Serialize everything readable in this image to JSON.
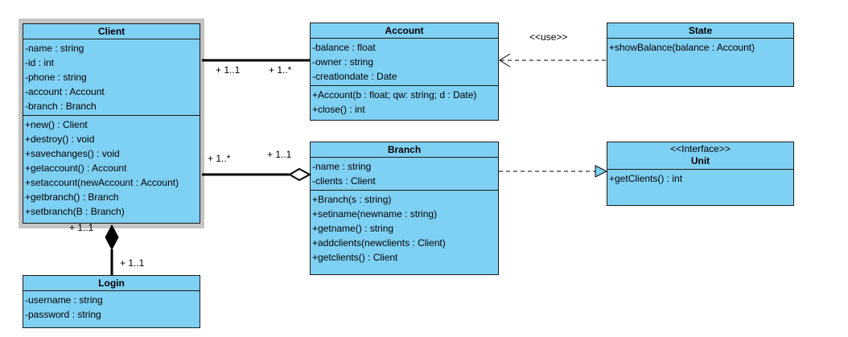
{
  "classes": {
    "client": {
      "name": "Client",
      "attributes": [
        "-name : string",
        "-id : int",
        "-phone : string",
        "-account : Account",
        "-branch : Branch"
      ],
      "operations": [
        "+new() : Client",
        "+destroy() : void",
        "+savechanges() : void",
        "+getaccount() : Account",
        "+setaccount(newAccount : Account)",
        "+getbranch() : Branch",
        "+setbranch(B : Branch)"
      ]
    },
    "account": {
      "name": "Account",
      "attributes": [
        "-balance : float",
        "-owner : string",
        "-creationdate : Date"
      ],
      "operations": [
        "+Account(b : float; qw: string; d : Date)",
        "+close() : int"
      ]
    },
    "state": {
      "name": "State",
      "attributes": [],
      "operations": [
        "+showBalance(balance : Account)"
      ]
    },
    "branch": {
      "name": "Branch",
      "attributes": [
        "-name : string",
        "-clients : Client"
      ],
      "operations": [
        "+Branch(s : string)",
        "+setiname(newname : string)",
        "+getname() : string",
        "+addclients(newclients : Client)",
        "+getclients() : Client"
      ]
    },
    "unit": {
      "stereotype": "<<Interface>>",
      "name": "Unit",
      "attributes": [],
      "operations": [
        "+getClients() : int"
      ]
    },
    "login": {
      "name": "Login",
      "attributes": [
        "-username : string",
        "-password : string"
      ],
      "operations": []
    }
  },
  "relations": {
    "client_account": {
      "source_mult": "+ 1..1",
      "target_mult": "+ 1..*"
    },
    "client_branch": {
      "source_mult": "+ 1..*",
      "target_mult": "+ 1..1"
    },
    "client_login": {
      "source_mult": "+ 1..1",
      "target_mult": "+ 1..1"
    },
    "account_state": {
      "stereotype": "<<use>>"
    }
  },
  "colors": {
    "class_fill": "#7fd1f4",
    "line": "#000000"
  }
}
